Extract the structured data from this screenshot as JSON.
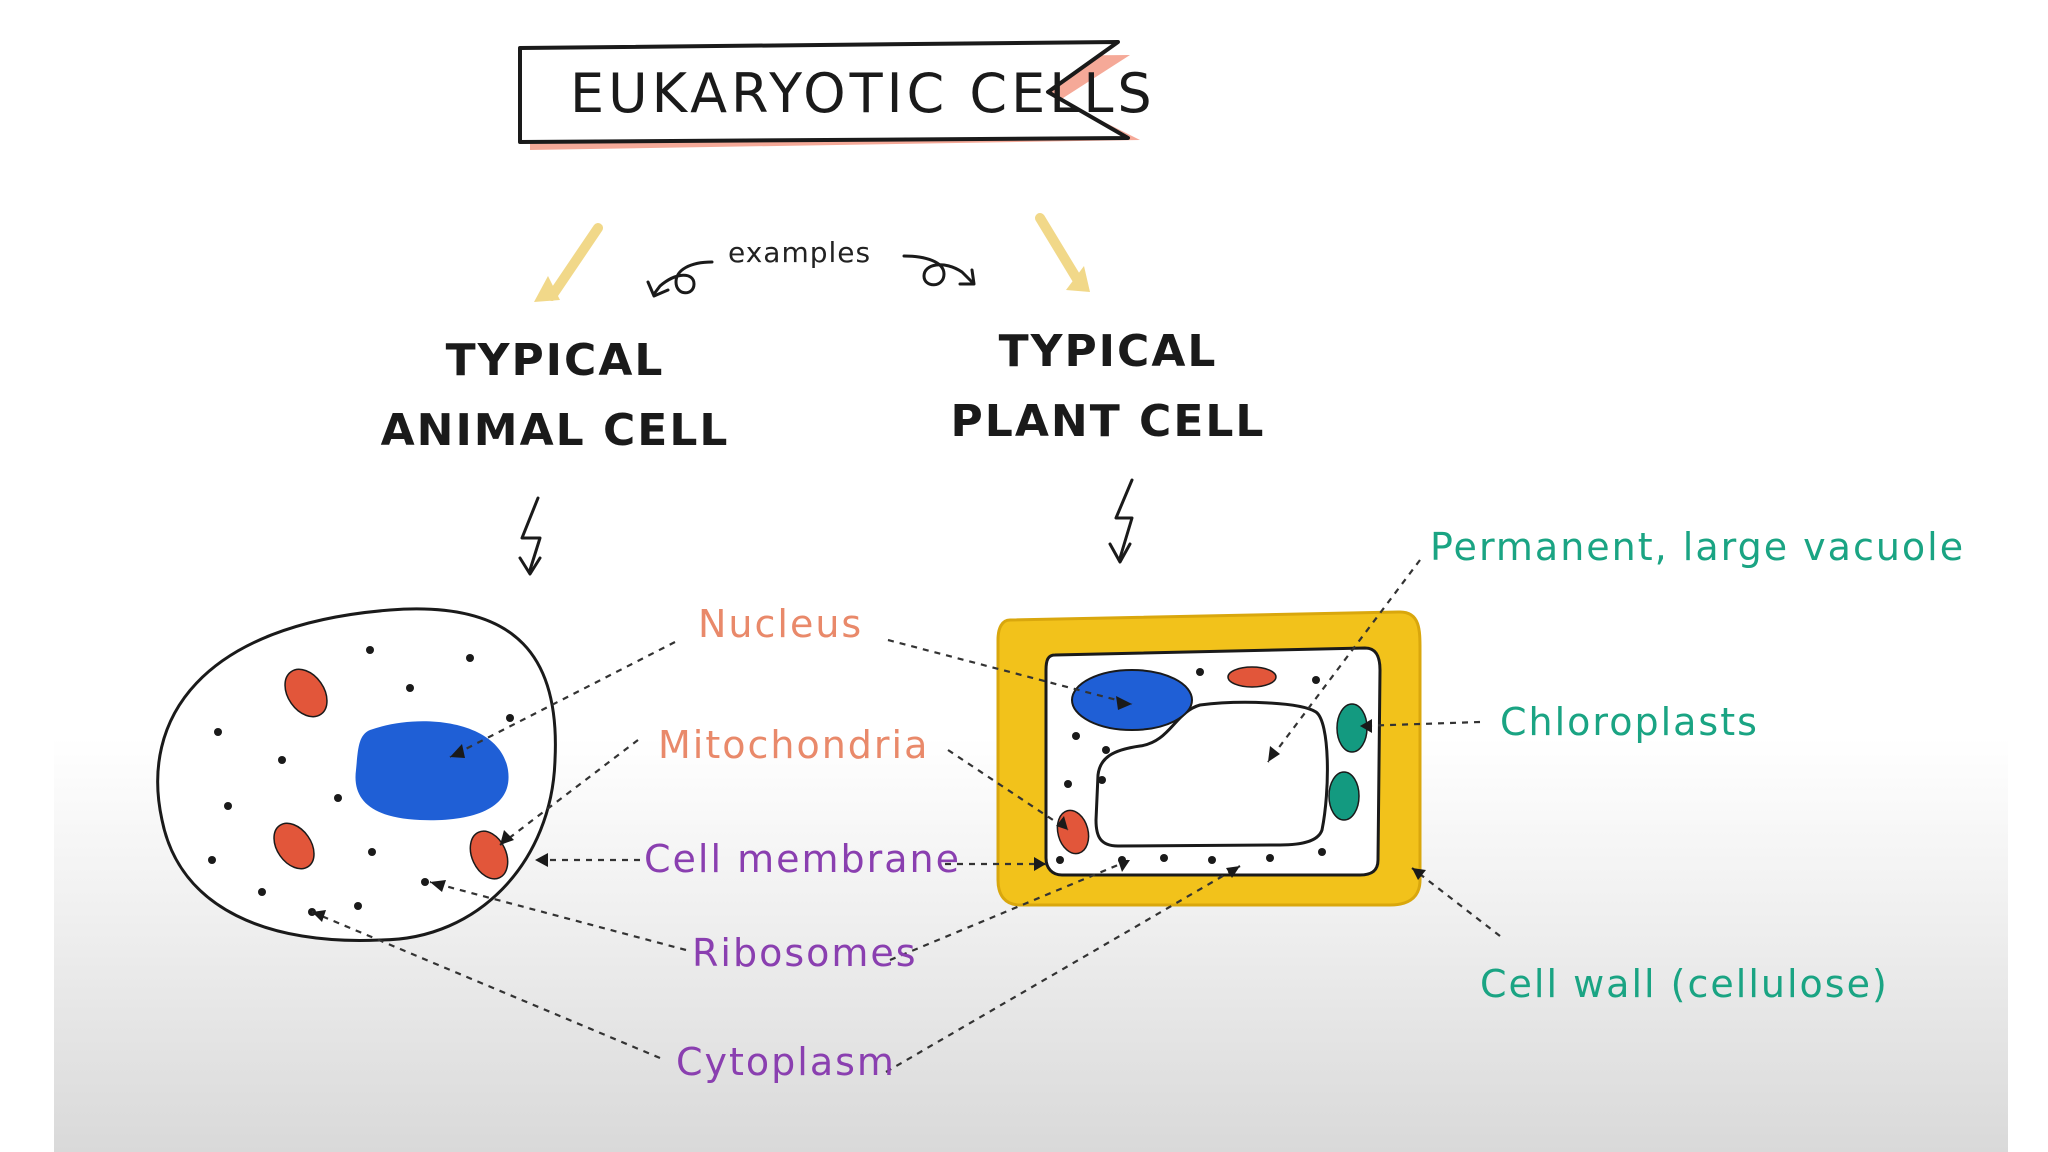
{
  "title": "EUKARYOTIC CELLS",
  "examples_label": "examples",
  "animal": {
    "heading_line1": "TYPICAL",
    "heading_line2": "ANIMAL CELL"
  },
  "plant": {
    "heading_line1": "TYPICAL",
    "heading_line2": "PLANT CELL"
  },
  "labels": {
    "nucleus": "Nucleus",
    "mitochondria": "Mitochondria",
    "cell_membrane": "Cell membrane",
    "ribosomes": "Ribosomes",
    "cytoplasm": "Cytoplasm",
    "vacuole": "Permanent, large vacuole",
    "chloroplasts": "Chloroplasts",
    "cell_wall": "Cell wall (cellulose)"
  },
  "colors": {
    "nucleus": "#1f5fd6",
    "mitochondria": "#e2563a",
    "chloroplast": "#139a80",
    "cell_wall": "#f2c21b",
    "banner_shadow": "#f39a86",
    "arrow_yellow": "#f1d889",
    "label_orange": "#e9896a",
    "label_purple": "#8a3fb0",
    "label_teal": "#1aa483"
  }
}
